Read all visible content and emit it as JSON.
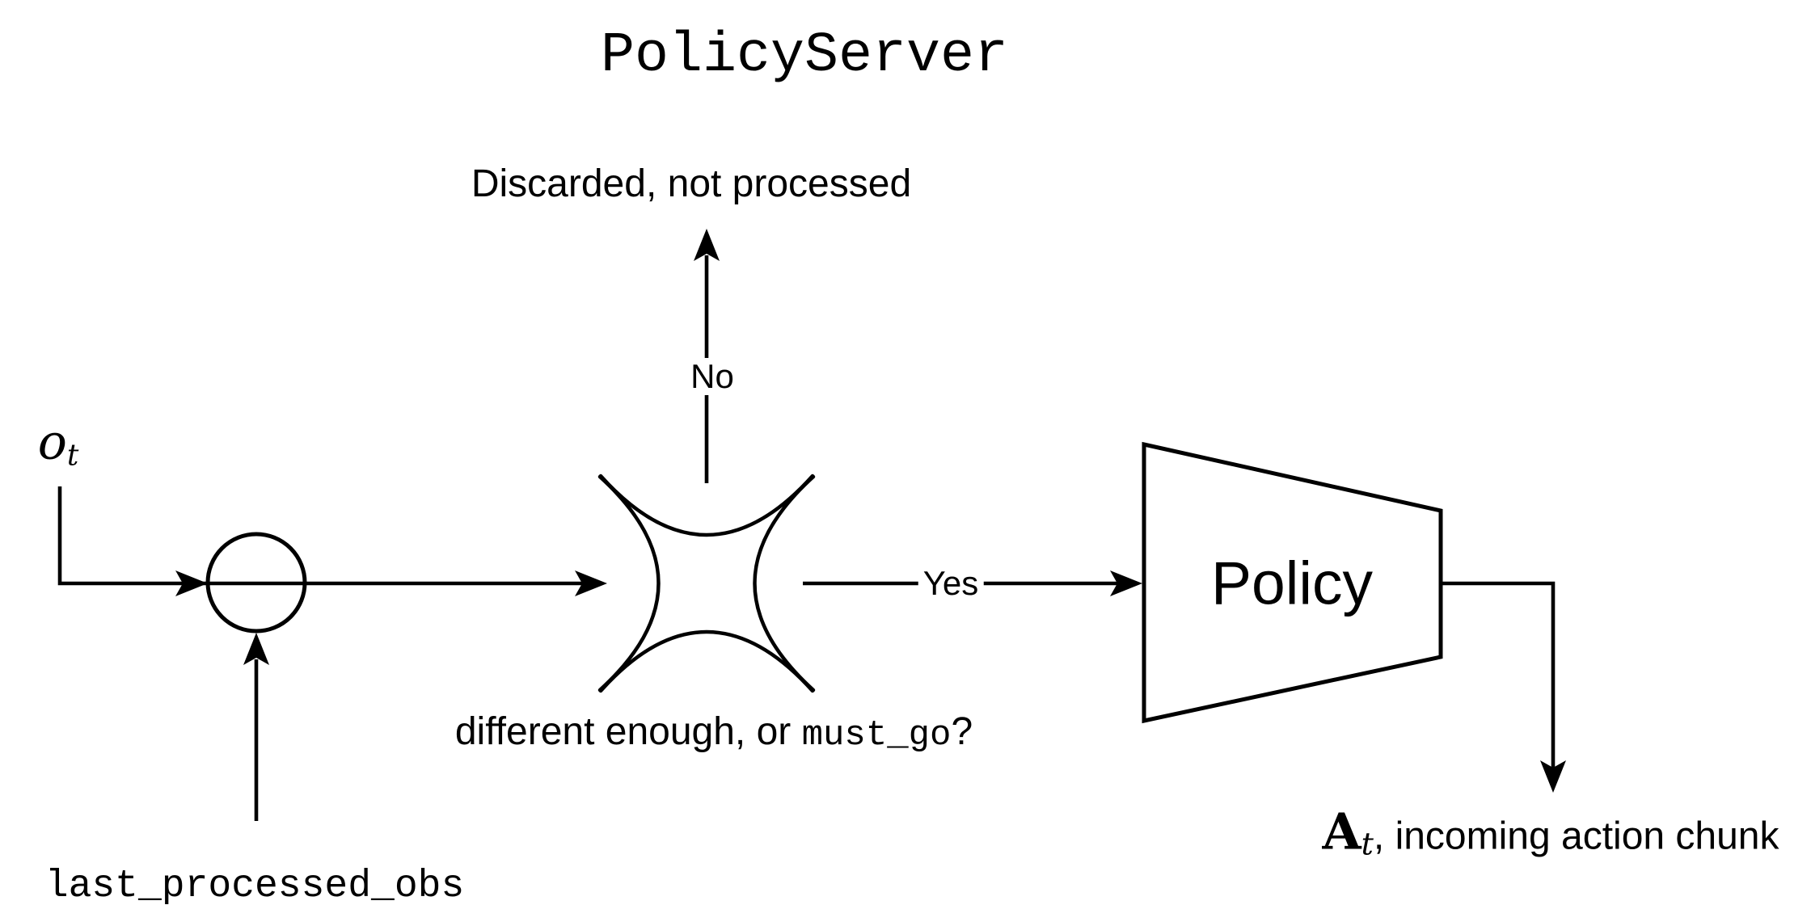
{
  "title": "PolicyServer",
  "colors": {
    "ink": "#000000",
    "background": "#ffffff"
  },
  "labels": {
    "discarded": "Discarded, not processed",
    "no": "No",
    "yes": "Yes",
    "obs_symbol": "o",
    "obs_subscript": "t",
    "last_processed_obs": "last_processed_obs",
    "condition_prefix": "different enough, or ",
    "condition_code": "must_go",
    "condition_suffix": "?",
    "policy": "Policy",
    "action_symbol": "A",
    "action_subscript": "t",
    "action_suffix": ", incoming action chunk"
  }
}
